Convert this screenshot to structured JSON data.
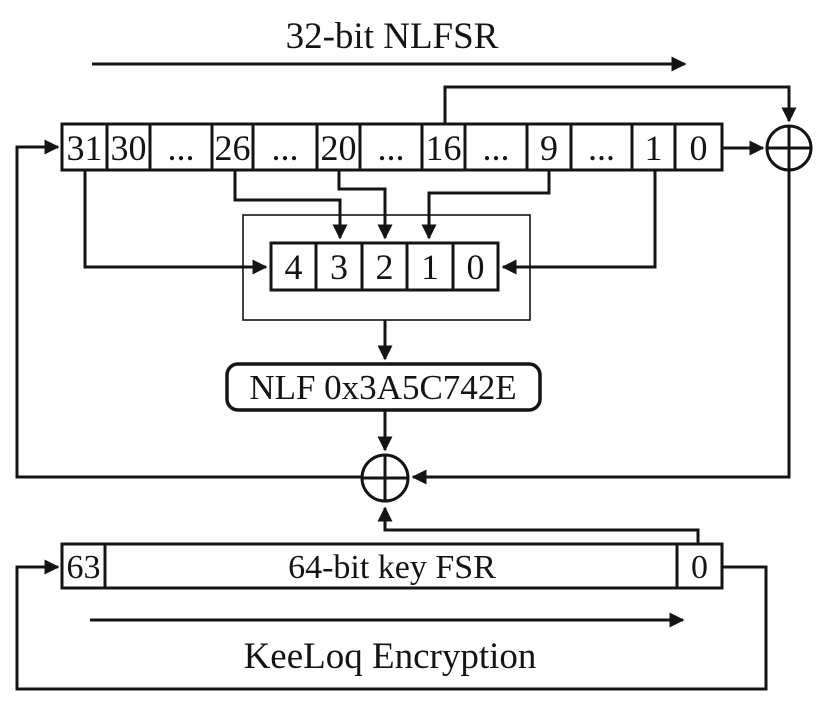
{
  "diagram": {
    "title": "32-bit NLFSR",
    "nlfsr": {
      "cells": [
        "31",
        "30",
        "...",
        "26",
        "...",
        "20",
        "...",
        "16",
        "...",
        "9",
        "...",
        "1",
        "0"
      ]
    },
    "tap": {
      "cells": [
        "4",
        "3",
        "2",
        "1",
        "0"
      ]
    },
    "nlf": {
      "label": "NLF 0x3A5C742E"
    },
    "key": {
      "msb": "63",
      "label": "64-bit key FSR",
      "lsb": "0"
    },
    "footer": "KeeLoq Encryption",
    "colors": {
      "line": "#141414",
      "background": "#ffffff"
    }
  }
}
